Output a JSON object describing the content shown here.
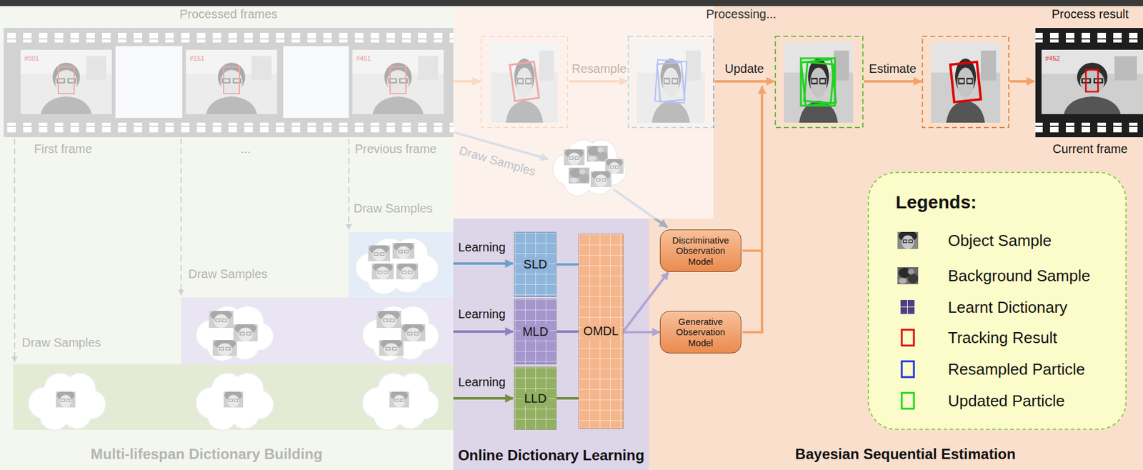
{
  "diagram": {
    "nodes": [
      {
        "text": [
          "Multi-lifespan Dictionary Building"
        ]
      },
      {
        "text": [
          "Online Dictionary Learning"
        ]
      },
      {
        "text": [
          "SLD"
        ],
        "in": 1
      },
      {
        "text": [
          "MLD"
        ],
        "in": 1
      },
      {
        "text": [
          "LLD"
        ],
        "in": 1
      },
      {
        "text": [
          "OMDL"
        ],
        "in": 1
      },
      {
        "text": [
          "Bayesian Sequential Estimation"
        ]
      },
      {
        "text": [
          "Discriminative Observation Model"
        ],
        "in": 6
      },
      {
        "text": [
          "Generative Observation Model"
        ],
        "in": 6
      }
    ],
    "edges": [
      {
        "from": 2,
        "to": 5,
        "arrow": "none"
      },
      {
        "from": 3,
        "to": 5,
        "arrow": "none"
      },
      {
        "from": 4,
        "to": 5,
        "arrow": "none"
      },
      {
        "from": 5,
        "to": 7,
        "arrow": "to"
      },
      {
        "from": 5,
        "to": 8,
        "arrow": "to"
      }
    ],
    "labels": [
      "Processed frames",
      "#001",
      "#151",
      "#451",
      "First frame",
      "...",
      "Previous frame",
      "Draw Samples",
      "Draw Samples",
      "Draw Samples",
      "Draw Samples",
      "Processing...",
      "Resample",
      "Update",
      "Estimate",
      "Process result",
      "#452",
      "Current frame",
      "Learning",
      "Learning",
      "Learning",
      "Legends:"
    ],
    "legend": [
      {
        "text": "Object Sample"
      },
      {
        "text": "Background Sample"
      },
      {
        "text": "Learnt Dictionary"
      },
      {
        "text": "Tracking Result"
      },
      {
        "text": "Resampled Particle"
      },
      {
        "text": "Updated Particle"
      }
    ]
  }
}
